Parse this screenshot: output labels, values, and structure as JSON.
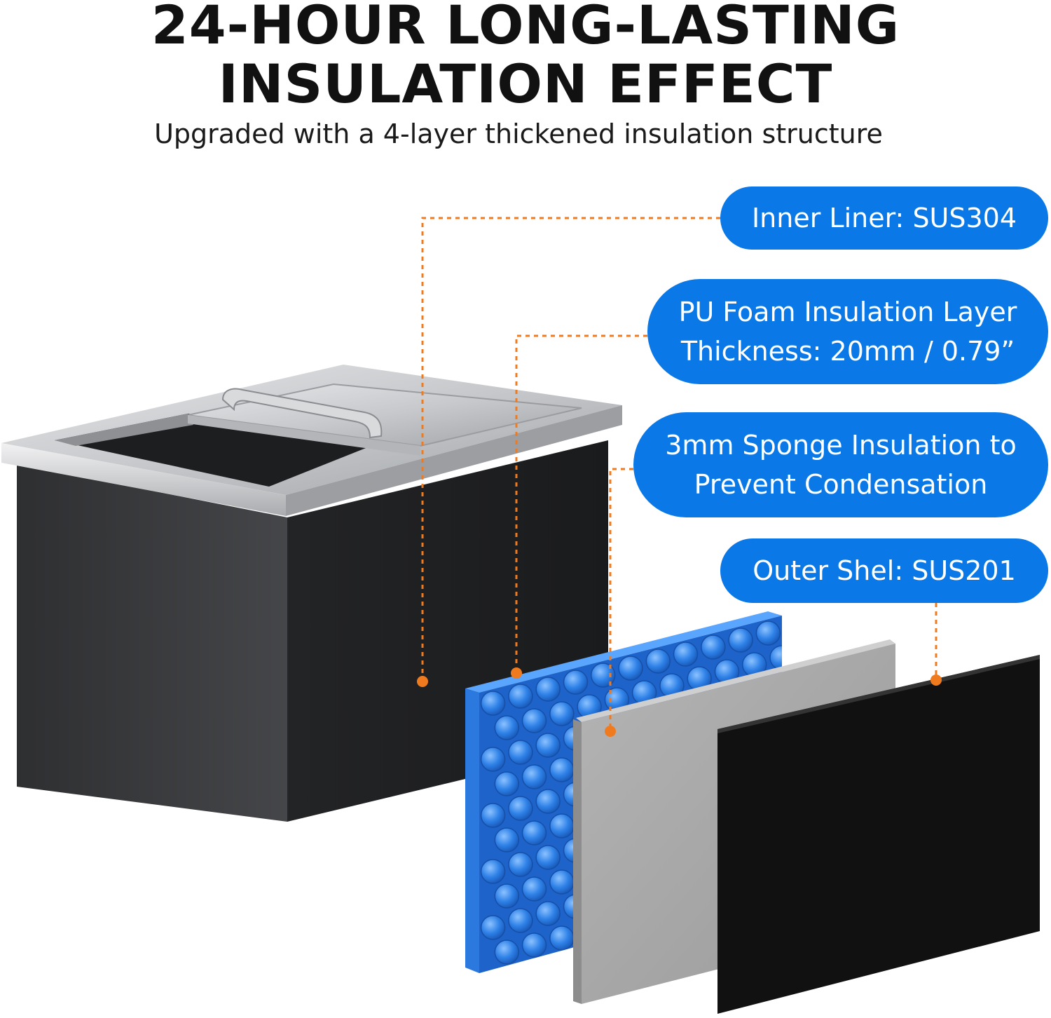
{
  "title_line1": "24-HOUR LONG-LASTING",
  "title_line2": "INSULATION EFFECT",
  "subtitle": "Upgraded with a 4-layer thickened insulation structure",
  "colors": {
    "callout_pill": "#0a78e6",
    "leader_line": "#f07b1e",
    "outer_shell": "#3a3b3d",
    "foam_layer": "#2f82e8",
    "sponge_layer": "#a8a8a8",
    "black_layer": "#141414",
    "steel": "#c9cacc"
  },
  "callouts": [
    {
      "lines": [
        "Inner Liner: SUS304"
      ]
    },
    {
      "lines": [
        "PU Foam Insulation Layer",
        "Thickness: 20mm / 0.79”"
      ]
    },
    {
      "lines": [
        "3mm Sponge Insulation to",
        "Prevent Condensation"
      ]
    },
    {
      "lines": [
        "Outer Shel: SUS201"
      ]
    }
  ]
}
